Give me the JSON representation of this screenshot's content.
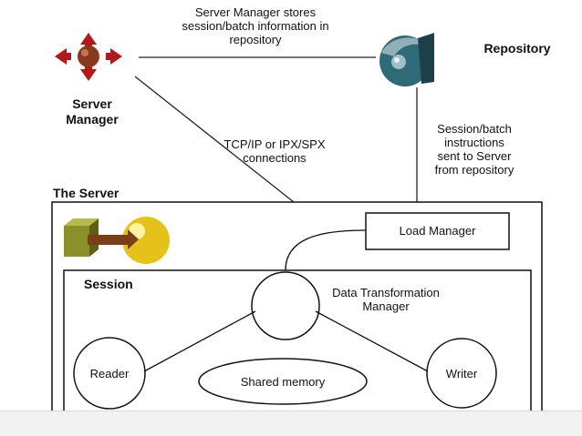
{
  "labels": {
    "server_manager_note": "Server Manager stores\nsession/batch information in\nrepository",
    "repository": "Repository",
    "server_manager": "Server\nManager",
    "connections": "TCP/IP or IPX/SPX\nconnections",
    "session_batch_note": "Session/batch\ninstructions\nsent to Server\nfrom repository",
    "the_server": "The Server",
    "load_manager": "Load Manager",
    "session": "Session",
    "dtm": "Data Transformation\nManager",
    "reader": "Reader",
    "writer": "Writer",
    "shared_memory": "Shared memory"
  },
  "icons": {
    "server_manager": "server-manager-compass-icon",
    "repository": "repository-sphere-icon",
    "server": "server-cube-sphere-icon"
  },
  "colors": {
    "arrow_red": "#b11a18",
    "hub_brown": "#8a3a1c",
    "repo_teal": "#2f6a78",
    "cube_olive": "#8c8f2a",
    "sphere_yellow": "#e4c21a"
  }
}
